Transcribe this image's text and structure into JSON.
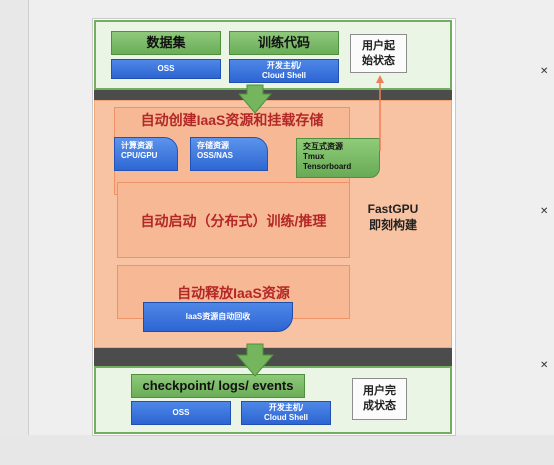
{
  "top": {
    "dataset": "数据集",
    "training_code": "训练代码",
    "oss": "OSS",
    "dev_host_line1": "开发主机/",
    "dev_host_line2": "Cloud Shell",
    "user_start_state": "用户起\n始状态"
  },
  "middle": {
    "auto_create": "自动创建IaaS资源和挂载存储",
    "compute_line1": "计算资源",
    "compute_line2": "CPU/GPU",
    "storage_line1": "存储资源",
    "storage_line2": "OSS/NAS",
    "interactive_line1": "交互式资源",
    "interactive_line2": "Tmux",
    "interactive_line3": "Tensorboard",
    "auto_launch": "自动启动（分布式）训练/推理",
    "fastgpu": "FastGPU\n即刻构建",
    "auto_release": "自动释放IaaS资源",
    "auto_reclaim": "IaaS资源自动回收"
  },
  "bottom": {
    "outputs": "checkpoint/ logs/ events",
    "oss": "OSS",
    "dev_host_line1": "开发主机/",
    "dev_host_line2": "Cloud Shell",
    "user_done_state": "用户完\n成状态"
  },
  "colors": {
    "green": "#6aad57",
    "blue": "#2c65d2",
    "orange": "#f7c3a2",
    "dark": "#4c4c4c"
  }
}
